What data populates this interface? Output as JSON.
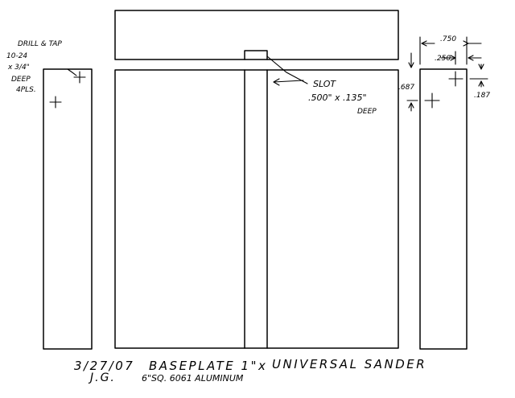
{
  "notes": {
    "drill_line1": "DRILL & TAP",
    "drill_line2": "10-24",
    "drill_line3": "x 3/4\"",
    "drill_line4": "DEEP",
    "drill_line5": "4PLS.",
    "slot_line1": "SLOT",
    "slot_line2": ".500\" x .135\"",
    "slot_line3": "DEEP"
  },
  "dimensions": {
    "width_overall": ".750",
    "hole_offset_x": ".250",
    "hole_offset_y": ".687",
    "hole_edge": ".187"
  },
  "title_block": {
    "line1_date": "3/27/07",
    "line1_title": "BASEPLATE 1\"x",
    "line1_subject": "UNIVERSAL SANDER",
    "line2_initials": "J.G.",
    "line2_material": "6\"SQ. 6061 ALUMINUM"
  }
}
